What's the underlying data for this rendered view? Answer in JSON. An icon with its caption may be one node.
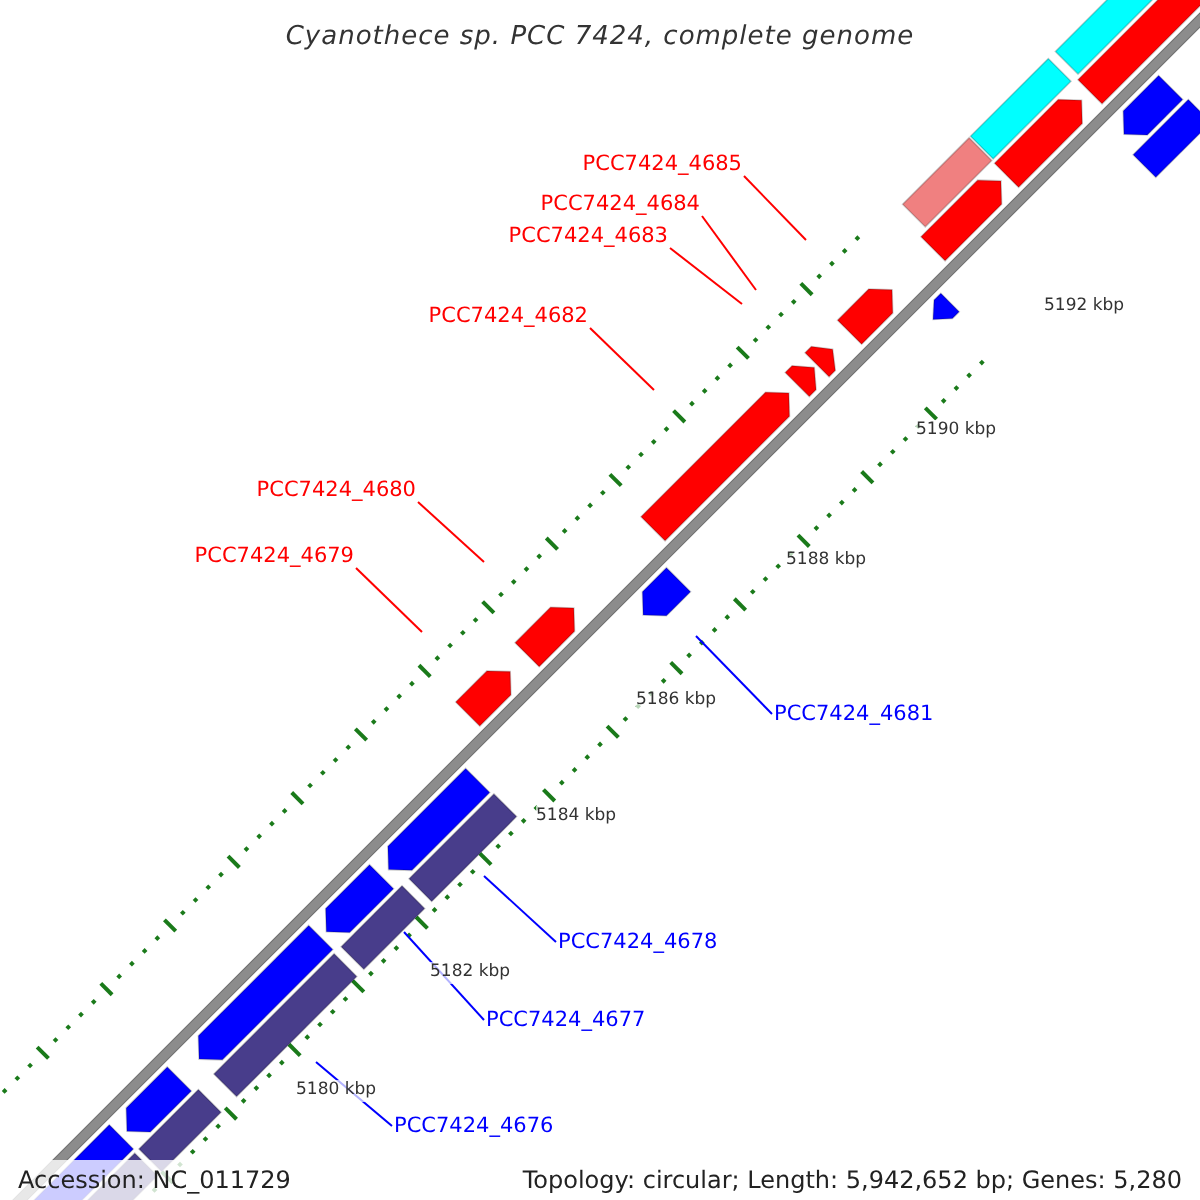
{
  "diagram": {
    "title": "Cyanothece sp. PCC 7424, complete genome",
    "nodes": [
      {
        "text": [
          "PCC7424_4685"
        ]
      },
      {
        "text": [
          "PCC7424_4684"
        ]
      },
      {
        "text": [
          "PCC7424_4683"
        ]
      },
      {
        "text": [
          "PCC7424_4682"
        ]
      },
      {
        "text": [
          "PCC7424_4680"
        ]
      },
      {
        "text": [
          "PCC7424_4679"
        ]
      },
      {
        "text": [
          "PCC7424_4681"
        ]
      },
      {
        "text": [
          "PCC7424_4678"
        ]
      },
      {
        "text": [
          "PCC7424_4677"
        ]
      },
      {
        "text": [
          "PCC7424_4676"
        ]
      }
    ],
    "edges": [
      {
        "from": 0,
        "to": null,
        "arrow": "none"
      },
      {
        "from": 1,
        "to": null,
        "arrow": "none"
      },
      {
        "from": 2,
        "to": null,
        "arrow": "none"
      },
      {
        "from": 3,
        "to": null,
        "arrow": "none"
      },
      {
        "from": 4,
        "to": null,
        "arrow": "none"
      },
      {
        "from": 5,
        "to": null,
        "arrow": "none"
      },
      {
        "from": 6,
        "to": null,
        "arrow": "none",
        "color": "#0000ff"
      },
      {
        "from": 7,
        "to": null,
        "arrow": "none",
        "color": "#0000ff"
      },
      {
        "from": 8,
        "to": null,
        "arrow": "none",
        "color": "#0000ff"
      },
      {
        "from": 9,
        "to": null,
        "arrow": "none",
        "color": "#0000ff"
      }
    ],
    "labels": [
      "5192 kbp",
      "5190 kbp",
      "5188 kbp",
      "5186 kbp",
      "5184 kbp",
      "5182 kbp",
      "5180 kbp",
      "Accession: NC_011729",
      "Topology: circular; Length: 5,942,652 bp; Genes: 5,280"
    ]
  }
}
